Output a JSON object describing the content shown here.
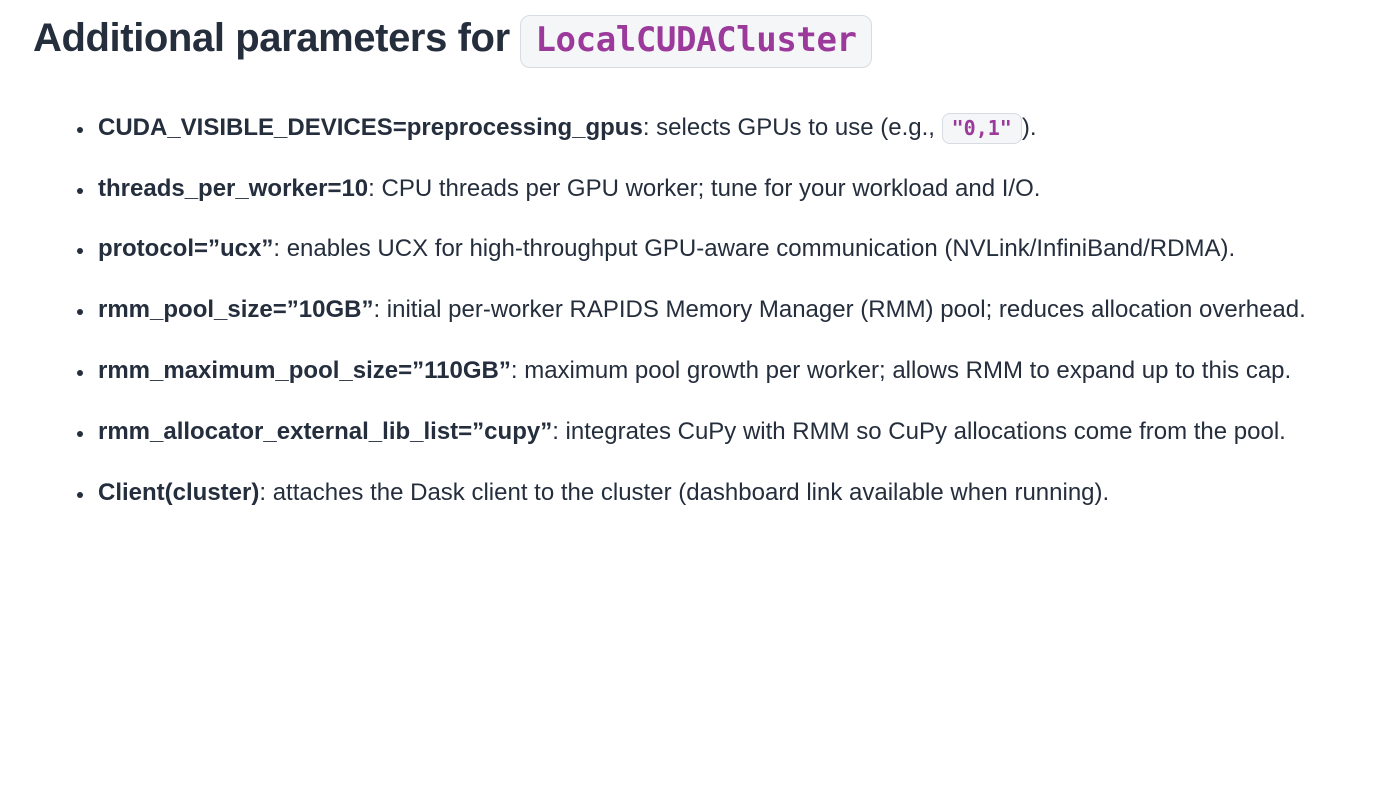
{
  "page": {
    "background_color": "#ffffff",
    "text_color": "#252e3d"
  },
  "code_style": {
    "background_color": "#f4f6f8",
    "border_color": "#d7dce2",
    "text_color": "#9c3a9c"
  },
  "heading": {
    "text": "Additional parameters for",
    "code": "LocalCUDACluster"
  },
  "list": {
    "items": [
      {
        "bold": "CUDA_VISIBLE_DEVICES=preprocessing_gpus",
        "after_bold": ": selects GPUs to use (e.g., ",
        "code": "\"0,1\"",
        "after_code": ")."
      },
      {
        "bold": "threads_per_worker=10",
        "after_bold": ": CPU threads per GPU worker; tune for your workload and I/O."
      },
      {
        "bold": "protocol=”ucx”",
        "after_bold": ": enables UCX for high-throughput GPU-aware communication (NVLink/InfiniBand/RDMA)."
      },
      {
        "bold": "rmm_pool_size=”10GB”",
        "after_bold": ": initial per-worker RAPIDS Memory Manager (RMM) pool; reduces allocation overhead."
      },
      {
        "bold": "rmm_maximum_pool_size=”110GB”",
        "after_bold": ": maximum pool growth per worker; allows RMM to expand up to this cap."
      },
      {
        "bold": "rmm_allocator_external_lib_list=”cupy”",
        "after_bold": ": integrates CuPy with RMM so CuPy allocations come from the pool."
      },
      {
        "bold": "Client(cluster)",
        "after_bold": ": attaches the Dask client to the cluster (dashboard link available when running)."
      }
    ]
  }
}
